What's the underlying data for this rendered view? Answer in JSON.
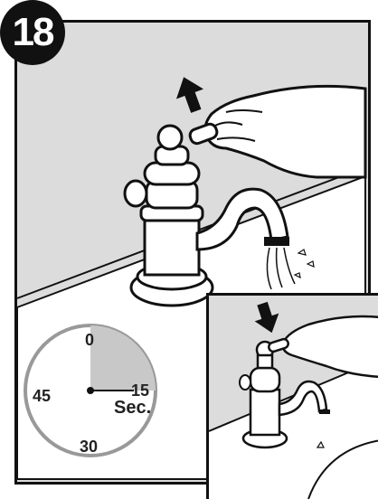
{
  "step": {
    "number": "18"
  },
  "timer": {
    "labels": {
      "top": "0",
      "right": "15",
      "bottom": "30",
      "left": "45"
    },
    "unit": "Sec.",
    "elapsed_seconds": 15
  },
  "icons": [
    "hand-icon",
    "faucet-icon",
    "arrow-up-icon",
    "arrow-down-icon",
    "water-stream-icon"
  ]
}
